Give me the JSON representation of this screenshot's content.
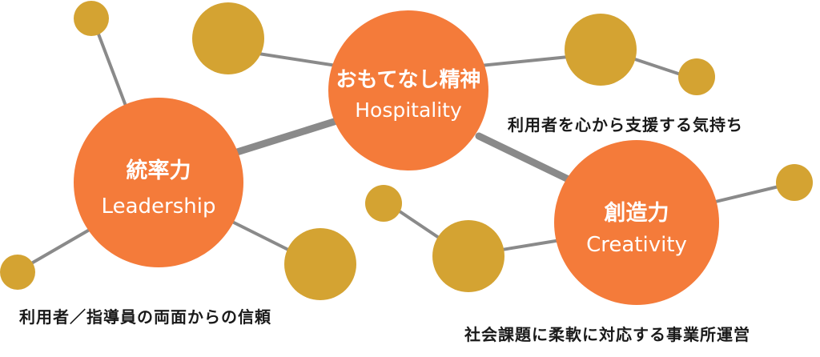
{
  "colors": {
    "main_node": "#f47b3a",
    "satellite_node": "#d4a332",
    "connector": "#8a8a8a"
  },
  "nodes": {
    "hospitality": {
      "title": "おもてなし精神",
      "subtitle": "Hospitality"
    },
    "leadership": {
      "title": "統率力",
      "subtitle": "Leadership"
    },
    "creativity": {
      "title": "創造力",
      "subtitle": "Creativity"
    }
  },
  "captions": {
    "hospitality": "利用者を心から支援する気持ち",
    "leadership": "利用者／指導員の両面からの信頼",
    "creativity": "社会課題に柔軟に対応する事業所運営"
  }
}
